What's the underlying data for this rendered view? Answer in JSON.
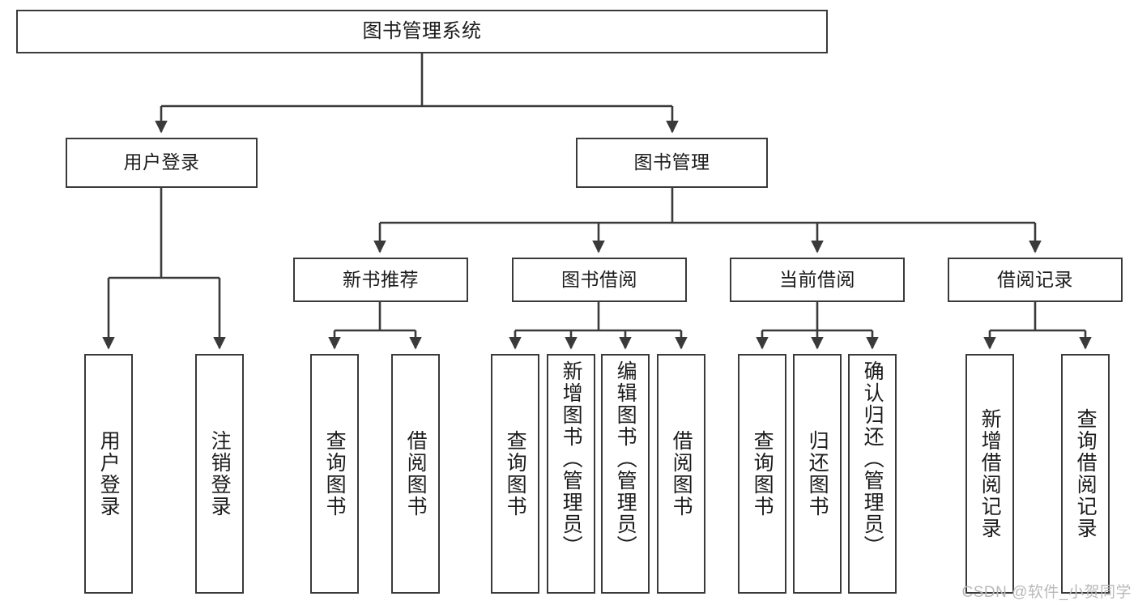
{
  "diagram": {
    "title": "图书管理系统",
    "type": "tree",
    "watermark": "CSDN @软件_小贺同学",
    "colors": {
      "background": "#ffffff",
      "box_border": "#3a3a3a",
      "box_fill": "#ffffff",
      "text": "#1c1c1c",
      "connector": "#3a3a3a",
      "watermark": "#b9b9b9"
    },
    "levels": {
      "root": {
        "label": "图书管理系统"
      },
      "level2": [
        {
          "id": "user-login",
          "label": "用户登录"
        },
        {
          "id": "book-manage",
          "label": "图书管理"
        }
      ],
      "level3": [
        {
          "id": "new-book-rec",
          "label": "新书推荐"
        },
        {
          "id": "book-borrow",
          "label": "图书借阅"
        },
        {
          "id": "current-borrow",
          "label": "当前借阅"
        },
        {
          "id": "borrow-record",
          "label": "借阅记录"
        }
      ],
      "leaves": {
        "user-login": [
          {
            "id": "leaf-user-login",
            "label": "用户登录"
          },
          {
            "id": "leaf-logout",
            "label": "注销登录"
          }
        ],
        "new-book-rec": [
          {
            "id": "leaf-query-book-1",
            "label": "查询图书"
          },
          {
            "id": "leaf-borrow-book-1",
            "label": "借阅图书"
          }
        ],
        "book-borrow": [
          {
            "id": "leaf-query-book-2",
            "label": "查询图书"
          },
          {
            "id": "leaf-add-book",
            "label": "新增图书（管理员）"
          },
          {
            "id": "leaf-edit-book",
            "label": "编辑图书（管理员）"
          },
          {
            "id": "leaf-borrow-book-2",
            "label": "借阅图书"
          }
        ],
        "current-borrow": [
          {
            "id": "leaf-query-book-3",
            "label": "查询图书"
          },
          {
            "id": "leaf-return-book",
            "label": "归还图书"
          },
          {
            "id": "leaf-confirm-return",
            "label": "确认归还（管理员）"
          }
        ],
        "borrow-record": [
          {
            "id": "leaf-add-record",
            "label": "新增借阅记录"
          },
          {
            "id": "leaf-query-record",
            "label": "查询借阅记录"
          }
        ]
      }
    }
  }
}
